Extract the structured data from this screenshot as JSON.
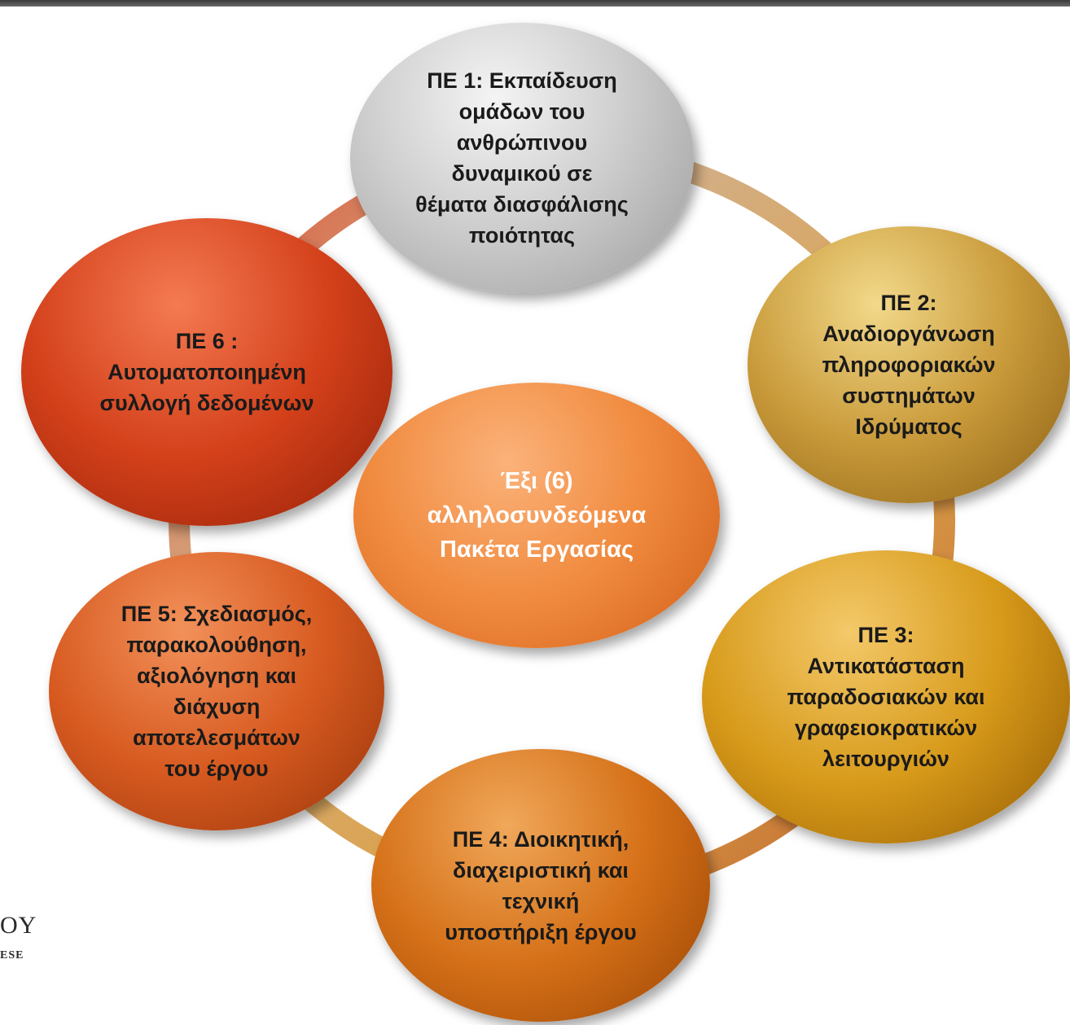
{
  "center": {
    "label": "Έξι (6)\nαλληλοσυνδεόμενα\nΠακέτα Εργασίας"
  },
  "nodes": [
    {
      "id": "pe1",
      "label": "ΠΕ 1: Εκπαίδευση\nομάδων του\nανθρώπινου\nδυναμικού σε\nθέματα διασφάλισης\nποιότητας"
    },
    {
      "id": "pe2",
      "label": "ΠΕ 2:\nΑναδιοργάνωση\nπληροφοριακών\nσυστημάτων\nΙδρύματος"
    },
    {
      "id": "pe3",
      "label": "ΠΕ 3:\nΑντικατάσταση\nπαραδοσιακών και\nγραφειοκρατικών\nλειτουργιών"
    },
    {
      "id": "pe4",
      "label": "ΠΕ 4: Διοικητική,\nδιαχειριστική και\nτεχνική\nυποστήριξη έργου"
    },
    {
      "id": "pe5",
      "label": "ΠΕ 5: Σχεδιασμός,\nπαρακολούθηση,\nαξιολόγηση και\nδιάχυση\nαποτελεσμάτων\nτου έργου"
    },
    {
      "id": "pe6",
      "label": "ΠΕ 6 :\nΑυτοματοποιημένη\nσυλλογή δεδομένων"
    }
  ],
  "logo": {
    "line1": "OY",
    "line2": "ESE"
  },
  "colors": {
    "ring": "#c0581f",
    "pe1": "#b8b8b8",
    "pe2": "#c8962e",
    "pe3": "#d4961a",
    "pe4": "#d06a14",
    "pe5": "#cf5620",
    "pe6": "#c6381a",
    "center": "#f0863a"
  }
}
